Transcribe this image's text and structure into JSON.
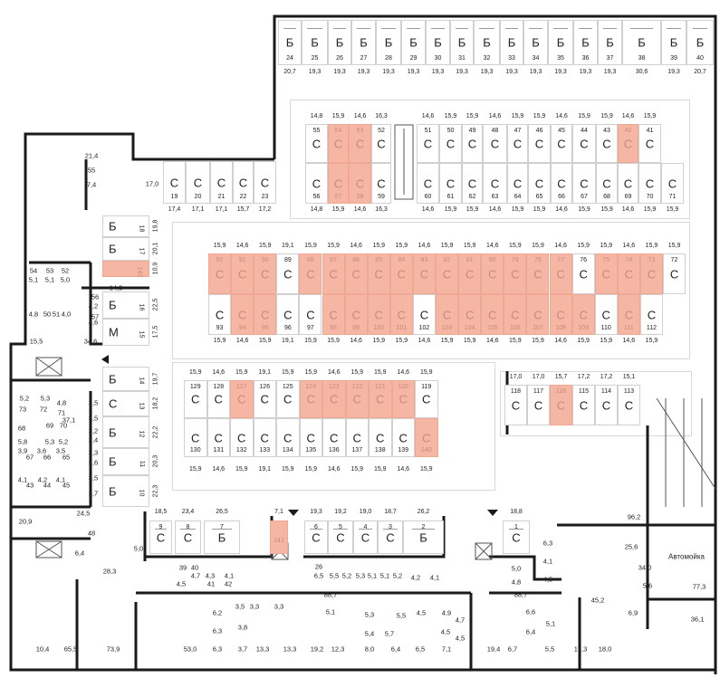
{
  "colors": {
    "sold": "#f6b6a4",
    "wall": "#1a1a1a"
  },
  "groups": {
    "top": [
      {
        "n": "24",
        "t": "Б",
        "a": "20,7"
      },
      {
        "n": "25",
        "t": "Б",
        "a": "19,3"
      },
      {
        "n": "26",
        "t": "Б",
        "a": "19,3"
      },
      {
        "n": "27",
        "t": "Б",
        "a": "19,3"
      },
      {
        "n": "28",
        "t": "Б",
        "a": "19,3"
      },
      {
        "n": "29",
        "t": "Б",
        "a": "19,3"
      },
      {
        "n": "30",
        "t": "Б",
        "a": "19,3"
      },
      {
        "n": "31",
        "t": "Б",
        "a": "19,3"
      },
      {
        "n": "32",
        "t": "Б",
        "a": "19,3"
      },
      {
        "n": "33",
        "t": "Б",
        "a": "19,3"
      },
      {
        "n": "34",
        "t": "Б",
        "a": "19,3"
      },
      {
        "n": "35",
        "t": "Б",
        "a": "19,3"
      },
      {
        "n": "36",
        "t": "Б",
        "a": "19,3"
      },
      {
        "n": "37",
        "t": "Б",
        "a": "19,3"
      },
      {
        "n": "38",
        "t": "Б",
        "a": "30,6"
      },
      {
        "n": "39",
        "t": "Б",
        "a": "19,3"
      },
      {
        "n": "40",
        "t": "Б",
        "a": "20,7"
      }
    ],
    "a_upper": [
      {
        "n": "55",
        "t": "С",
        "a": "14,8"
      },
      {
        "n": "54",
        "t": "С",
        "a": "15,9",
        "sold": true
      },
      {
        "n": "53",
        "t": "С",
        "a": "14,6",
        "sold": true
      },
      {
        "n": "52",
        "t": "С",
        "a": "16,3"
      },
      {
        "n": "51",
        "t": "С",
        "a": "14,6"
      },
      {
        "n": "50",
        "t": "С",
        "a": "15,9"
      },
      {
        "n": "49",
        "t": "С",
        "a": "15,9"
      },
      {
        "n": "48",
        "t": "С",
        "a": "14,6"
      },
      {
        "n": "47",
        "t": "С",
        "a": "15,9"
      },
      {
        "n": "46",
        "t": "С",
        "a": "15,9"
      },
      {
        "n": "45",
        "t": "С",
        "a": "14,6"
      },
      {
        "n": "44",
        "t": "С",
        "a": "15,9"
      },
      {
        "n": "43",
        "t": "С",
        "a": "15,9"
      },
      {
        "n": "42",
        "t": "С",
        "a": "14,6",
        "sold": true
      },
      {
        "n": "41",
        "t": "С",
        "a": "15,9"
      }
    ],
    "a_lower": [
      {
        "n": "56",
        "t": "С",
        "a": "14,8"
      },
      {
        "n": "57",
        "t": "С",
        "a": "15,9",
        "sold": true
      },
      {
        "n": "58",
        "t": "С",
        "a": "14,6",
        "sold": true
      },
      {
        "n": "59",
        "t": "С",
        "a": "16,3"
      },
      {
        "n": "60",
        "t": "С",
        "a": "14,6"
      },
      {
        "n": "61",
        "t": "С",
        "a": "15,9"
      },
      {
        "n": "62",
        "t": "С",
        "a": "15,9"
      },
      {
        "n": "63",
        "t": "С",
        "a": "14,6"
      },
      {
        "n": "64",
        "t": "С",
        "a": "15,9"
      },
      {
        "n": "65",
        "t": "С",
        "a": "15,9"
      },
      {
        "n": "66",
        "t": "С",
        "a": "14,6"
      },
      {
        "n": "67",
        "t": "С",
        "a": "15,9"
      },
      {
        "n": "68",
        "t": "С",
        "a": "15,9"
      },
      {
        "n": "69",
        "t": "С",
        "a": "14,6"
      },
      {
        "n": "70",
        "t": "С",
        "a": "15,9"
      },
      {
        "n": "71",
        "t": "С",
        "a": "15,9"
      }
    ],
    "left_c": [
      {
        "n": "19",
        "t": "С",
        "a": "17,4"
      },
      {
        "n": "20",
        "t": "С",
        "a": "17,1"
      },
      {
        "n": "21",
        "t": "С",
        "a": "17,1"
      },
      {
        "n": "22",
        "t": "С",
        "a": "15,7"
      },
      {
        "n": "23",
        "t": "С",
        "a": "17,2"
      }
    ],
    "b_upper": [
      {
        "n": "92",
        "t": "С",
        "a": "15,9",
        "sold": true
      },
      {
        "n": "91",
        "t": "С",
        "a": "14,6",
        "sold": true
      },
      {
        "n": "90",
        "t": "С",
        "a": "15,9",
        "sold": true
      },
      {
        "n": "89",
        "t": "С",
        "a": "19,1"
      },
      {
        "n": "88",
        "t": "С",
        "a": "15,9",
        "sold": true
      },
      {
        "n": "87",
        "t": "С",
        "a": "15,9",
        "sold": true
      },
      {
        "n": "86",
        "t": "С",
        "a": "14,6",
        "sold": true
      },
      {
        "n": "85",
        "t": "С",
        "a": "15,9",
        "sold": true
      },
      {
        "n": "84",
        "t": "С",
        "a": "15,9",
        "sold": true
      },
      {
        "n": "83",
        "t": "С",
        "a": "14,6",
        "sold": true
      },
      {
        "n": "82",
        "t": "С",
        "a": "15,9",
        "sold": true
      },
      {
        "n": "81",
        "t": "С",
        "a": "15,9",
        "sold": true
      },
      {
        "n": "80",
        "t": "С",
        "a": "14,6",
        "sold": true
      },
      {
        "n": "79",
        "t": "С",
        "a": "15,9",
        "sold": true
      },
      {
        "n": "78",
        "t": "С",
        "a": "15,9",
        "sold": true
      },
      {
        "n": "77",
        "t": "С",
        "a": "14,6",
        "sold": true
      },
      {
        "n": "76",
        "t": "С",
        "a": "15,9"
      },
      {
        "n": "75",
        "t": "С",
        "a": "15,9",
        "sold": true
      },
      {
        "n": "74",
        "t": "С",
        "a": "14,6",
        "sold": true
      },
      {
        "n": "73",
        "t": "С",
        "a": "15,9",
        "sold": true
      },
      {
        "n": "72",
        "t": "С",
        "a": "15,9"
      }
    ],
    "b_lower": [
      {
        "n": "93",
        "t": "С",
        "a": "15,9"
      },
      {
        "n": "94",
        "t": "С",
        "a": "14,6",
        "sold": true
      },
      {
        "n": "95",
        "t": "С",
        "a": "15,9",
        "sold": true
      },
      {
        "n": "96",
        "t": "С",
        "a": "19,1"
      },
      {
        "n": "97",
        "t": "С",
        "a": "15,9"
      },
      {
        "n": "98",
        "t": "С",
        "a": "15,9",
        "sold": true
      },
      {
        "n": "99",
        "t": "С",
        "a": "14,6",
        "sold": true
      },
      {
        "n": "100",
        "t": "С",
        "a": "15,9",
        "sold": true
      },
      {
        "n": "101",
        "t": "С",
        "a": "15,9",
        "sold": true
      },
      {
        "n": "102",
        "t": "С",
        "a": "14,6"
      },
      {
        "n": "103",
        "t": "С",
        "a": "15,9",
        "sold": true
      },
      {
        "n": "104",
        "t": "С",
        "a": "15,9",
        "sold": true
      },
      {
        "n": "105",
        "t": "С",
        "a": "14,6",
        "sold": true
      },
      {
        "n": "106",
        "t": "С",
        "a": "15,9",
        "sold": true
      },
      {
        "n": "107",
        "t": "С",
        "a": "15,9",
        "sold": true
      },
      {
        "n": "108",
        "t": "С",
        "a": "14,6",
        "sold": true
      },
      {
        "n": "109",
        "t": "С",
        "a": "15,9",
        "sold": true
      },
      {
        "n": "110",
        "t": "С",
        "a": "15,9"
      },
      {
        "n": "111",
        "t": "С",
        "a": "14,6",
        "sold": true
      },
      {
        "n": "112",
        "t": "С",
        "a": "15,9"
      }
    ],
    "c_upper": [
      {
        "n": "129",
        "t": "С",
        "a": "15,9"
      },
      {
        "n": "128",
        "t": "С",
        "a": "14,6"
      },
      {
        "n": "127",
        "t": "С",
        "a": "15,9",
        "sold": true
      },
      {
        "n": "126",
        "t": "С",
        "a": "19,1"
      },
      {
        "n": "125",
        "t": "С",
        "a": "15,9"
      },
      {
        "n": "124",
        "t": "С",
        "a": "15,9",
        "sold": true
      },
      {
        "n": "123",
        "t": "С",
        "a": "14,6",
        "sold": true
      },
      {
        "n": "122",
        "t": "С",
        "a": "15,9",
        "sold": true
      },
      {
        "n": "121",
        "t": "С",
        "a": "15,9",
        "sold": true
      },
      {
        "n": "120",
        "t": "С",
        "a": "14,6",
        "sold": true
      },
      {
        "n": "119",
        "t": "С",
        "a": "15,9"
      }
    ],
    "c_lower": [
      {
        "n": "130",
        "t": "С",
        "a": "15,9"
      },
      {
        "n": "131",
        "t": "С",
        "a": "14,6"
      },
      {
        "n": "132",
        "t": "С",
        "a": "15,9"
      },
      {
        "n": "133",
        "t": "С",
        "a": "19,1"
      },
      {
        "n": "134",
        "t": "С",
        "a": "15,9"
      },
      {
        "n": "135",
        "t": "С",
        "a": "15,9"
      },
      {
        "n": "136",
        "t": "С",
        "a": "14,6"
      },
      {
        "n": "137",
        "t": "С",
        "a": "15,9"
      },
      {
        "n": "138",
        "t": "С",
        "a": "15,9"
      },
      {
        "n": "139",
        "t": "С",
        "a": "14,6"
      },
      {
        "n": "140",
        "t": "С",
        "a": "15,9",
        "sold": true
      }
    ],
    "d": [
      {
        "n": "118",
        "t": "С",
        "a": "17,0"
      },
      {
        "n": "117",
        "t": "С",
        "a": "17,0"
      },
      {
        "n": "116",
        "t": "С",
        "a": "15,7",
        "sold": true
      },
      {
        "n": "115",
        "t": "С",
        "a": "17,2"
      },
      {
        "n": "114",
        "t": "С",
        "a": "17,2"
      },
      {
        "n": "113",
        "t": "С",
        "a": "15,1"
      }
    ],
    "front": [
      {
        "n": "9",
        "t": "С",
        "a": "18,5"
      },
      {
        "n": "8",
        "t": "С",
        "a": "23,4"
      },
      {
        "n": "7",
        "t": "Б",
        "a": "26,5"
      },
      {
        "n": "141",
        "t": "",
        "a": "7,1",
        "sold": true
      },
      {
        "n": "6",
        "t": "С",
        "a": "19,3"
      },
      {
        "n": "5",
        "t": "С",
        "a": "19,2"
      },
      {
        "n": "4",
        "t": "С",
        "a": "19,0"
      },
      {
        "n": "3",
        "t": "С",
        "a": "18,7"
      },
      {
        "n": "2",
        "t": "Б",
        "a": "26,2"
      },
      {
        "n": "1",
        "t": "С",
        "a": "18,8"
      }
    ],
    "vertical": [
      {
        "n": "18",
        "t": "Б",
        "a": "19,8"
      },
      {
        "n": "17",
        "t": "Б",
        "a": "20,1"
      },
      {
        "n": "142",
        "t": "",
        "a": "10,9",
        "sold": true
      },
      {
        "n": "16",
        "t": "Б",
        "a": "22,5"
      },
      {
        "n": "15",
        "t": "М",
        "a": "17,5"
      },
      {
        "n": "14",
        "t": "Б",
        "a": "19,7"
      },
      {
        "n": "13",
        "t": "С",
        "a": "18,2"
      },
      {
        "n": "12",
        "t": "Б",
        "a": "22,2"
      },
      {
        "n": "11",
        "t": "Б",
        "a": "20,3"
      },
      {
        "n": "10",
        "t": "Б",
        "a": "22,3"
      }
    ]
  },
  "rooms": [
    "21,4",
    "55",
    "7,4",
    "17,0",
    "14,9",
    "54",
    "5,1",
    "53",
    "5,1",
    "52",
    "5,0",
    "56",
    "4,2",
    "57",
    "4,6",
    "4,8",
    "50",
    "51",
    "4,0",
    "15,5",
    "34,6",
    "5,2",
    "73",
    "5,3",
    "72",
    "4,8",
    "71",
    "37,1",
    "68",
    "5,8",
    "69",
    "5,3",
    "70",
    "5,2",
    "3,9",
    "67",
    "3,6",
    "66",
    "3,5",
    "65",
    "4,1",
    "43",
    "4,2",
    "44",
    "4,1",
    "45",
    "3,5",
    "3,5",
    "3,2",
    "3,4",
    "3,3",
    "3,6",
    "3,5",
    "3,7",
    "24,5",
    "20,9",
    "6,4",
    "48",
    "5,0",
    "28,3",
    "39",
    "4,5",
    "40",
    "4,7",
    "4,3",
    "41",
    "4,1",
    "42",
    "26",
    "6,5",
    "5,5",
    "5,2",
    "5,3",
    "5,1",
    "5,1",
    "5,2",
    "4,2",
    "4,1",
    "88,7",
    "88,7",
    "5,0",
    "4,8",
    "6,3",
    "4,1",
    "4,5",
    "34,0",
    "5,6",
    "25,6",
    "Автомойка",
    "77,3",
    "45,2",
    "6,9",
    "36,1",
    "96,2",
    "6,2",
    "6,3",
    "6,3",
    "3,5",
    "3,3",
    "3,3",
    "3,8",
    "3,7",
    "13,3",
    "13,3",
    "53,0",
    "5,1",
    "19,2",
    "12,3",
    "5,3",
    "5,4",
    "8,0",
    "5,5",
    "5,7",
    "6,4",
    "4,5",
    "4,9",
    "4,7",
    "4,5",
    "4,5",
    "6,5",
    "7,1",
    "6,6",
    "6,4",
    "19,4",
    "6,7",
    "5,1",
    "5,5",
    "17,3",
    "18,0",
    "10,4",
    "65,5",
    "73,9"
  ]
}
